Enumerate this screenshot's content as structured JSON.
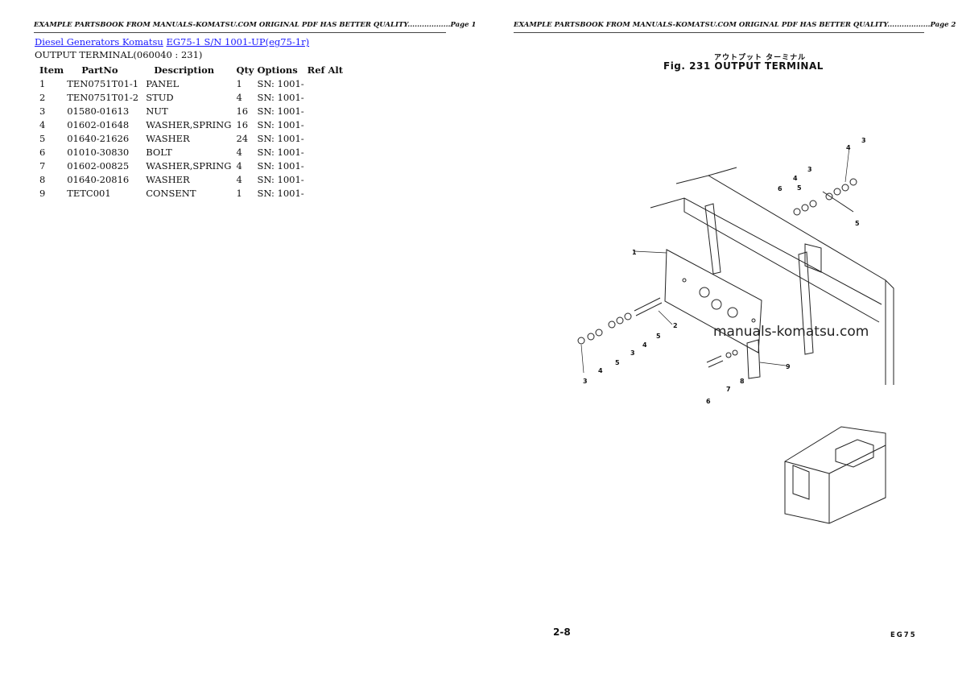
{
  "header": {
    "page1": "EXAMPLE PARTSBOOK FROM MANUALS-KOMATSU.COM ORIGINAL PDF HAS BETTER QUALITY..................Page 1",
    "page2": "EXAMPLE PARTSBOOK FROM MANUALS-KOMATSU.COM ORIGINAL PDF HAS BETTER QUALITY..................Page 2"
  },
  "breadcrumb": {
    "category": "Diesel Generators Komatsu",
    "model": "EG75-1 S/N 1001-UP(eg75-1r)"
  },
  "section_title": "OUTPUT TERMINAL(060040 : 231)",
  "table": {
    "headers": [
      "Item",
      "PartNo",
      "Description",
      "Qty",
      "Options",
      "Ref Alt"
    ],
    "rows": [
      {
        "item": "1",
        "partno": "TEN0751T01-1",
        "description": "PANEL",
        "qty": "1",
        "options": "SN: 1001-",
        "refalt": ""
      },
      {
        "item": "2",
        "partno": "TEN0751T01-2",
        "description": "STUD",
        "qty": "4",
        "options": "SN: 1001-",
        "refalt": ""
      },
      {
        "item": "3",
        "partno": "01580-01613",
        "description": "NUT",
        "qty": "16",
        "options": "SN: 1001-",
        "refalt": ""
      },
      {
        "item": "4",
        "partno": "01602-01648",
        "description": "WASHER,SPRING",
        "qty": "16",
        "options": "SN: 1001-",
        "refalt": ""
      },
      {
        "item": "5",
        "partno": "01640-21626",
        "description": "WASHER",
        "qty": "24",
        "options": "SN: 1001-",
        "refalt": ""
      },
      {
        "item": "6",
        "partno": "01010-30830",
        "description": "BOLT",
        "qty": "4",
        "options": "SN: 1001-",
        "refalt": ""
      },
      {
        "item": "7",
        "partno": "01602-00825",
        "description": "WASHER,SPRING",
        "qty": "4",
        "options": "SN: 1001-",
        "refalt": ""
      },
      {
        "item": "8",
        "partno": "01640-20816",
        "description": "WASHER",
        "qty": "4",
        "options": "SN: 1001-",
        "refalt": ""
      },
      {
        "item": "9",
        "partno": "TETC001",
        "description": "CONSENT",
        "qty": "1",
        "options": "SN: 1001-",
        "refalt": ""
      }
    ]
  },
  "figure": {
    "title_jp": "アウトプット ターミナル",
    "title": "Fig. 231 OUTPUT TERMINAL",
    "watermark": "manuals-komatsu.com",
    "page_number": "2-8",
    "model_code": "EG75",
    "callouts": [
      "1",
      "2",
      "3",
      "3",
      "3",
      "3",
      "4",
      "4",
      "4",
      "4",
      "5",
      "5",
      "5",
      "5",
      "6",
      "6",
      "7",
      "8",
      "9"
    ]
  }
}
